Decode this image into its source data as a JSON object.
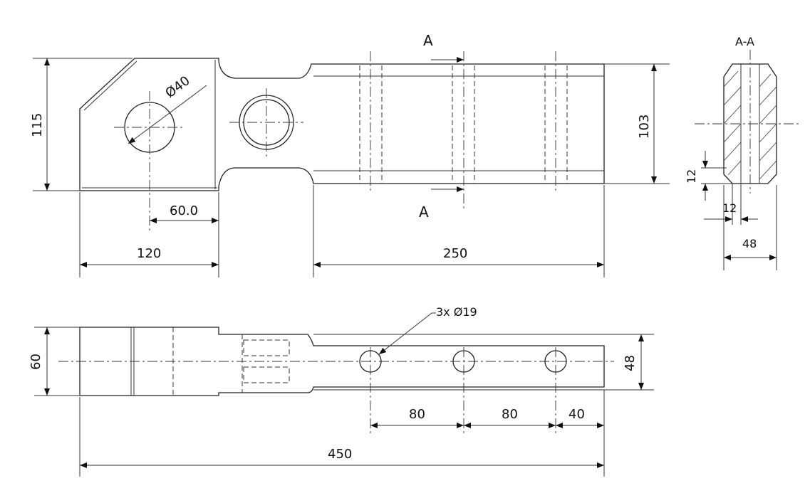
{
  "section": {
    "cut_label_top": "A",
    "cut_label_bottom": "A",
    "view_title": "A-A"
  },
  "dimensions": {
    "height_115": "115",
    "hole_dia": "Ø40",
    "offset_60": "60.0",
    "width_120": "120",
    "length_250": "250",
    "height_103": "103",
    "section_12_v": "12",
    "section_12_h": "12",
    "section_48": "48",
    "holes_callout": "3x Ø19",
    "side_60": "60",
    "side_48": "48",
    "pitch_80_a": "80",
    "pitch_80_b": "80",
    "end_40": "40",
    "overall_450": "450"
  }
}
